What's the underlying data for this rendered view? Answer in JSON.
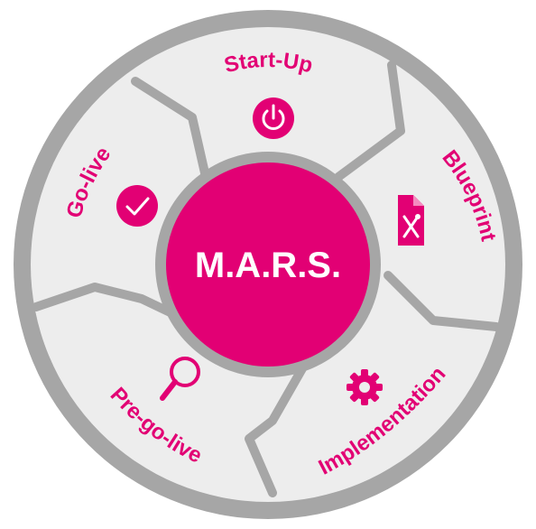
{
  "center": {
    "title": "M.A.R.S."
  },
  "phases": [
    {
      "id": "startup",
      "label": "Start-Up",
      "icon": "power-icon"
    },
    {
      "id": "blueprint",
      "label": "Blueprint",
      "icon": "document-tools-icon"
    },
    {
      "id": "implementation",
      "label": "Implementation",
      "icon": "gear-icon"
    },
    {
      "id": "pregolive",
      "label": "Pre-go-live",
      "icon": "magnifier-icon"
    },
    {
      "id": "golive",
      "label": "Go-live",
      "icon": "checkmark-icon"
    }
  ],
  "colors": {
    "accent": "#E20074",
    "ring": "#A6A6A6",
    "segment_fill": "#EDEDED",
    "segment_divider": "#A6A6A6",
    "center_text": "#FFFFFF"
  }
}
